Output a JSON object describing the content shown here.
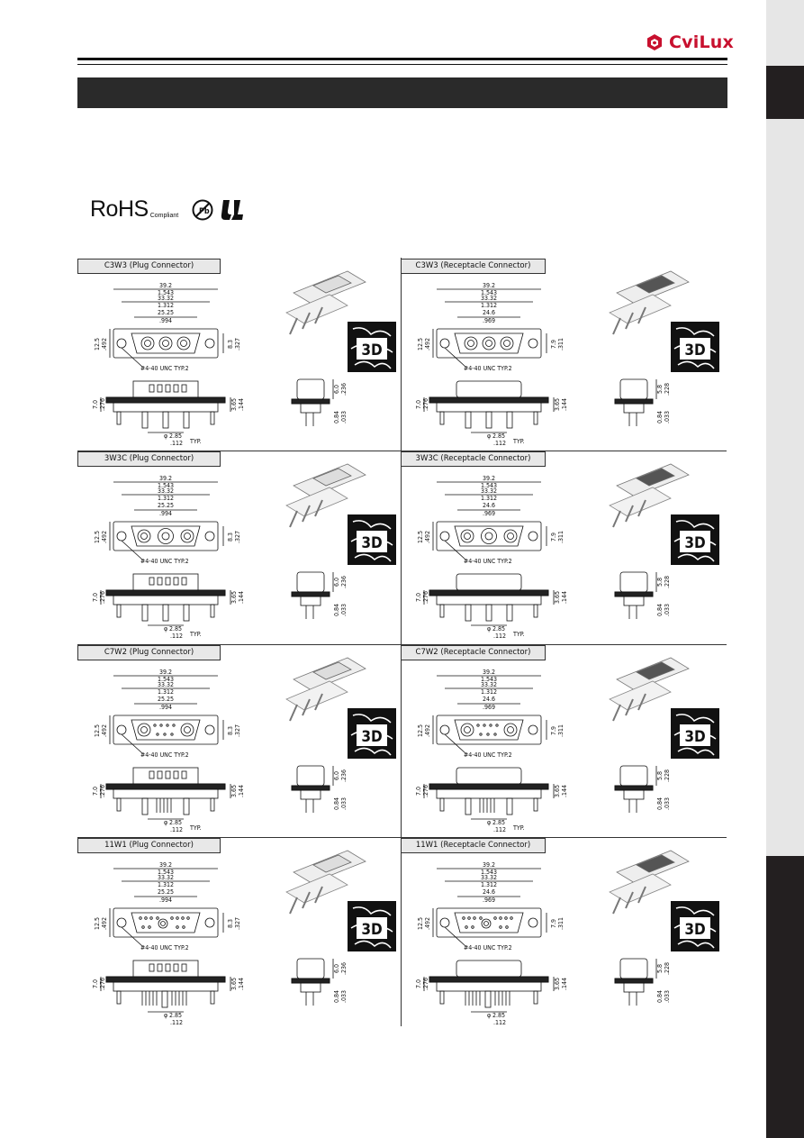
{
  "brand": {
    "name": "CviLux",
    "color": "#c8102e"
  },
  "certifications": {
    "rohs": "RoHS",
    "rohs_sub": "Compliant",
    "pb_free_icon": "pb-free-icon",
    "ul_icon": "ul-recognized-icon"
  },
  "panels": [
    {
      "label": "C3W3 (Plug Connector)",
      "kind": "plug",
      "pins": "3w3",
      "width_mm": "39.2",
      "width_in": "1.543",
      "pitch_mm": "33.32",
      "pitch_in": "1.312",
      "shell_mm": "25.25",
      "shell_in": ".994",
      "height_mm": "12.5",
      "height_in": ".492",
      "face_mm": "8.3",
      "face_in": ".327",
      "thread": "#4-40 UNC TYP.2",
      "depth_mm": "7.0",
      "depth_in": ".276",
      "pin_mm": "3.65",
      "pin_in": ".144",
      "dia_mm": "2.85",
      "dia_in": ".112",
      "typ": "TYP.",
      "side_mm": "6.0",
      "side_in": ".236",
      "tail_mm": "0.84",
      "tail_in": ".033",
      "model_3d": "3D"
    },
    {
      "label": "C3W3 (Receptacle Connector)",
      "kind": "receptacle",
      "pins": "3w3",
      "width_mm": "39.2",
      "width_in": "1.543",
      "pitch_mm": "33.32",
      "pitch_in": "1.312",
      "shell_mm": "24.6",
      "shell_in": ".969",
      "height_mm": "12.5",
      "height_in": ".492",
      "face_mm": "7.9",
      "face_in": ".311",
      "thread": "#4-40 UNC TYP.2",
      "depth_mm": "7.0",
      "depth_in": ".276",
      "pin_mm": "3.65",
      "pin_in": ".144",
      "dia_mm": "2.85",
      "dia_in": ".112",
      "typ": "TYP.",
      "side_mm": "5.8",
      "side_in": ".228",
      "tail_mm": "0.84",
      "tail_in": ".033",
      "model_3d": "3D"
    },
    {
      "label": "3W3C (Plug Connector)",
      "kind": "plug",
      "pins": "3w3c",
      "width_mm": "39.2",
      "width_in": "1.543",
      "pitch_mm": "33.32",
      "pitch_in": "1.312",
      "shell_mm": "25.25",
      "shell_in": ".994",
      "height_mm": "12.5",
      "height_in": ".492",
      "face_mm": "8.3",
      "face_in": ".327",
      "thread": "#4-40 UNC TYP.2",
      "depth_mm": "7.0",
      "depth_in": ".276",
      "pin_mm": "3.65",
      "pin_in": ".144",
      "dia_mm": "2.85",
      "dia_in": ".112",
      "typ": "TYP.",
      "side_mm": "6.0",
      "side_in": ".236",
      "tail_mm": "0.84",
      "tail_in": ".033",
      "model_3d": "3D"
    },
    {
      "label": "3W3C (Receptacle Connector)",
      "kind": "receptacle",
      "pins": "3w3c",
      "width_mm": "39.2",
      "width_in": "1.543",
      "pitch_mm": "33.32",
      "pitch_in": "1.312",
      "shell_mm": "24.6",
      "shell_in": ".969",
      "height_mm": "12.5",
      "height_in": ".492",
      "face_mm": "7.9",
      "face_in": ".311",
      "thread": "#4-40 UNC TYP.2",
      "depth_mm": "7.0",
      "depth_in": ".276",
      "pin_mm": "3.65",
      "pin_in": ".144",
      "dia_mm": "2.85",
      "dia_in": ".112",
      "typ": "TYP.",
      "side_mm": "5.8",
      "side_in": ".228",
      "tail_mm": "0.84",
      "tail_in": ".033",
      "model_3d": "3D"
    },
    {
      "label": "C7W2 (Plug Connector)",
      "kind": "plug",
      "pins": "7w2",
      "width_mm": "39.2",
      "width_in": "1.543",
      "pitch_mm": "33.32",
      "pitch_in": "1.312",
      "shell_mm": "25.25",
      "shell_in": ".994",
      "height_mm": "12.5",
      "height_in": ".492",
      "face_mm": "8.3",
      "face_in": ".327",
      "thread": "#4-40 UNC TYP.2",
      "depth_mm": "7.0",
      "depth_in": ".276",
      "pin_mm": "3.65",
      "pin_in": ".144",
      "dia_mm": "2.85",
      "dia_in": ".112",
      "typ": "TYP.",
      "side_mm": "6.0",
      "side_in": ".236",
      "tail_mm": "0.84",
      "tail_in": ".033",
      "model_3d": "3D"
    },
    {
      "label": "C7W2 (Receptacle Connector)",
      "kind": "receptacle",
      "pins": "7w2",
      "width_mm": "39.2",
      "width_in": "1.543",
      "pitch_mm": "33.32",
      "pitch_in": "1.312",
      "shell_mm": "24.6",
      "shell_in": ".969",
      "height_mm": "12.5",
      "height_in": ".492",
      "face_mm": "7.9",
      "face_in": ".311",
      "thread": "#4-40 UNC TYP.2",
      "depth_mm": "7.0",
      "depth_in": ".276",
      "pin_mm": "3.65",
      "pin_in": ".144",
      "dia_mm": "2.85",
      "dia_in": ".112",
      "typ": "TYP.",
      "side_mm": "5.8",
      "side_in": ".228",
      "tail_mm": "0.84",
      "tail_in": ".033",
      "model_3d": "3D"
    },
    {
      "label": "11W1 (Plug Connector)",
      "kind": "plug",
      "pins": "11w1",
      "width_mm": "39.2",
      "width_in": "1.543",
      "pitch_mm": "33.32",
      "pitch_in": "1.312",
      "shell_mm": "25.25",
      "shell_in": ".994",
      "height_mm": "12.5",
      "height_in": ".492",
      "face_mm": "8.3",
      "face_in": ".327",
      "thread": "#4-40 UNC TYP.2",
      "depth_mm": "7.0",
      "depth_in": ".276",
      "pin_mm": "3.65",
      "pin_in": ".144",
      "dia_mm": "2.85",
      "dia_in": ".112",
      "typ": "",
      "side_mm": "6.0",
      "side_in": ".236",
      "tail_mm": "0.84",
      "tail_in": ".033",
      "model_3d": "3D"
    },
    {
      "label": "11W1 (Receptacle Connector)",
      "kind": "receptacle",
      "pins": "11w1",
      "width_mm": "39.2",
      "width_in": "1.543",
      "pitch_mm": "33.32",
      "pitch_in": "1.312",
      "shell_mm": "24.6",
      "shell_in": ".969",
      "height_mm": "12.5",
      "height_in": ".492",
      "face_mm": "7.9",
      "face_in": ".311",
      "thread": "#4-40 UNC TYP.2",
      "depth_mm": "7.0",
      "depth_in": ".276",
      "pin_mm": "3.65",
      "pin_in": ".144",
      "dia_mm": "2.85",
      "dia_in": ".112",
      "typ": "",
      "side_mm": "5.8",
      "side_in": ".228",
      "tail_mm": "0.84",
      "tail_in": ".033",
      "model_3d": "3D"
    }
  ]
}
